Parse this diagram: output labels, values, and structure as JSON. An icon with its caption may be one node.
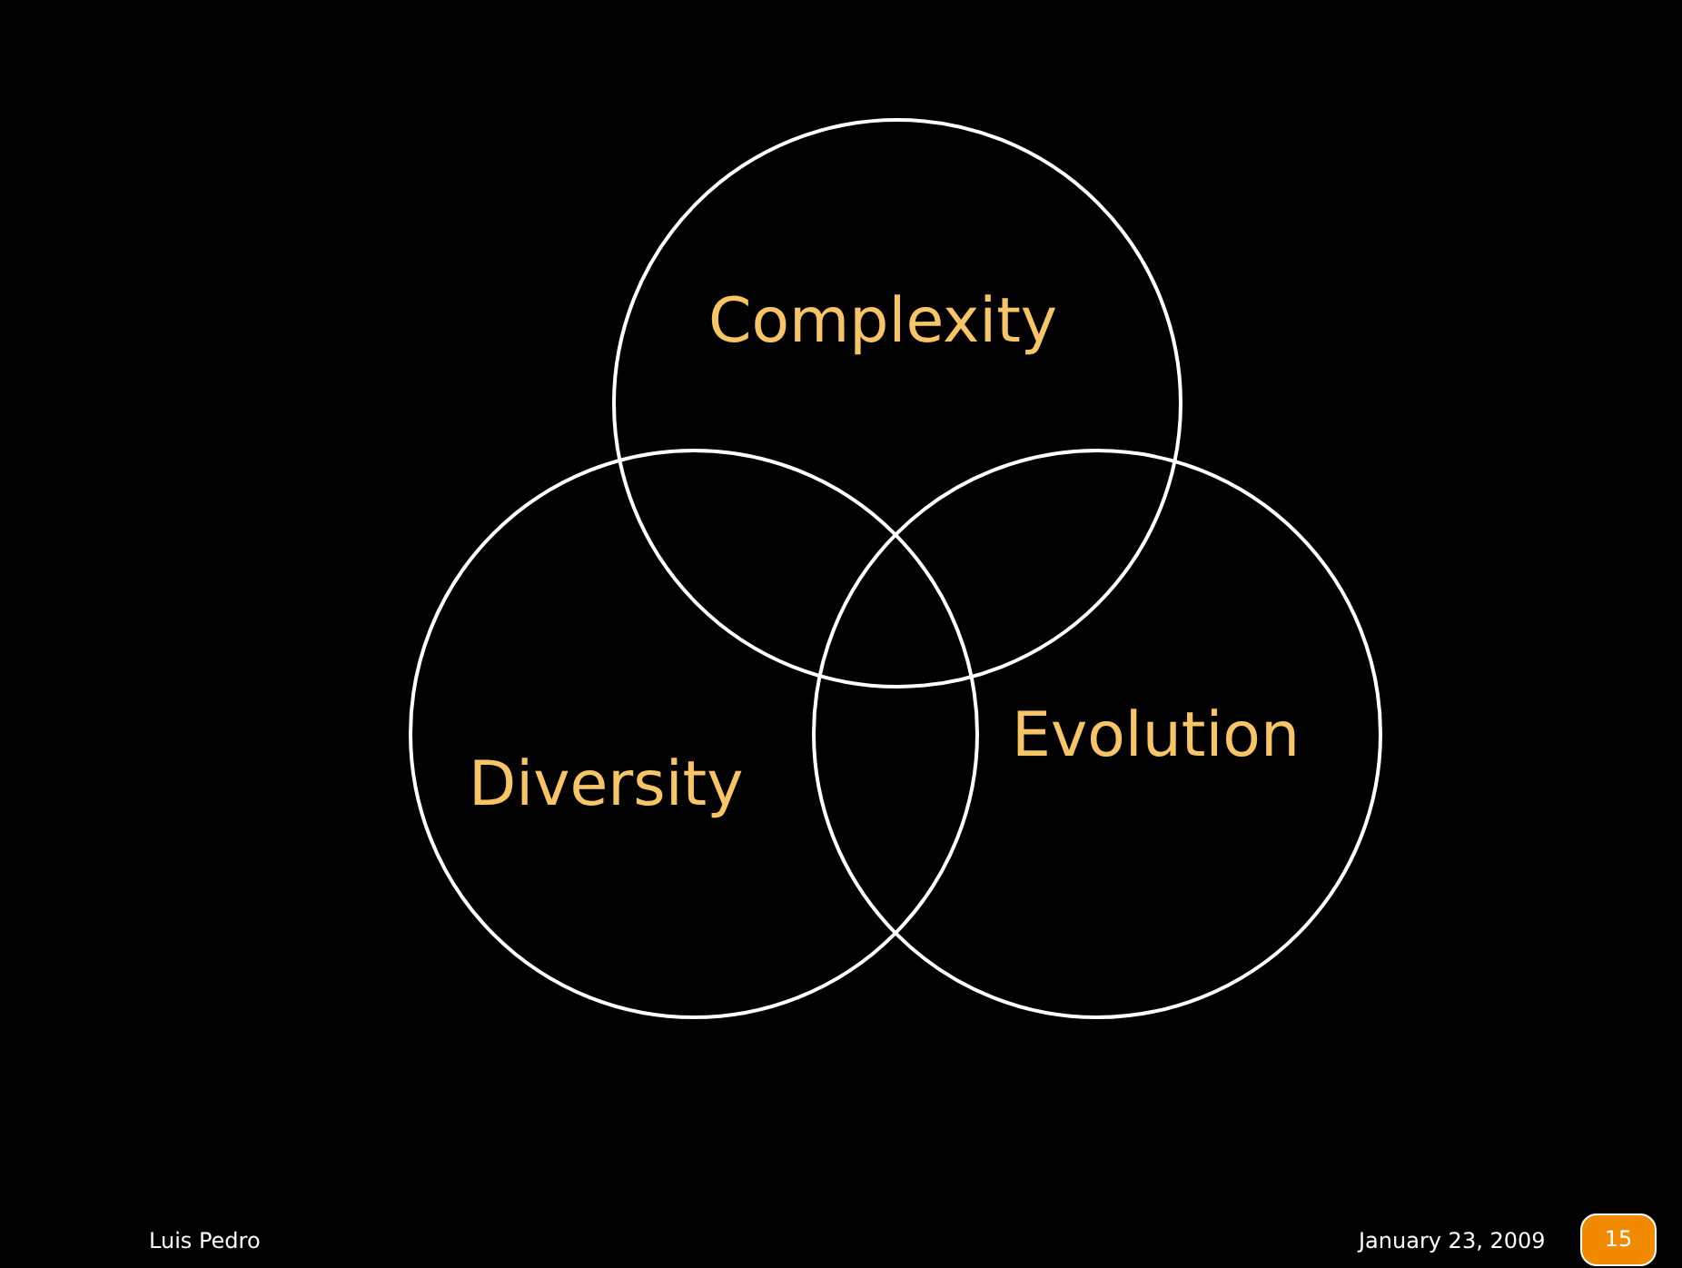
{
  "diagram": {
    "nodes": [
      {
        "text": [
          "Complexity"
        ]
      },
      {
        "text": [
          "Diversity"
        ]
      },
      {
        "text": [
          "Evolution"
        ]
      }
    ],
    "labels": [
      "Luis Pedro",
      "January 23, 2009",
      "15"
    ]
  }
}
